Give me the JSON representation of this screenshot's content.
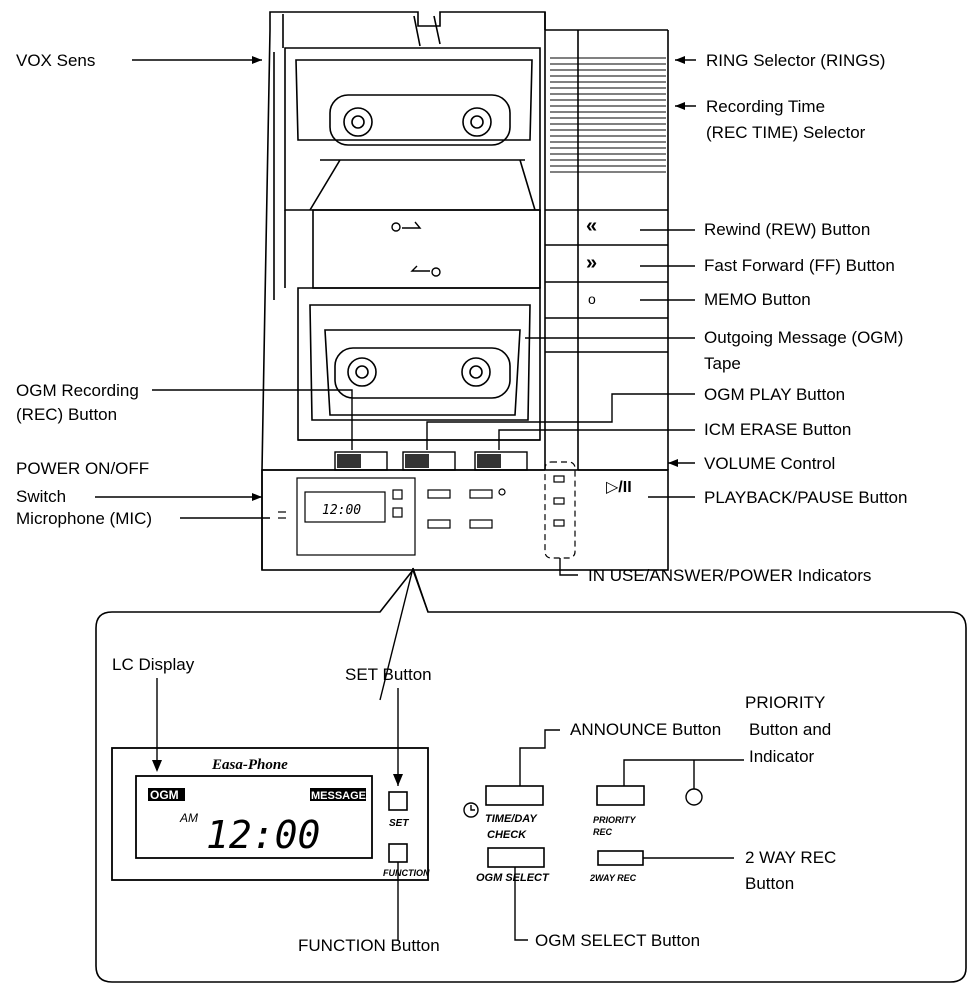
{
  "labels": {
    "vox_sens": "VOX Sens",
    "ring_selector": "RING Selector (RINGS)",
    "rec_time_line1": "Recording Time",
    "rec_time_line2": "(REC TIME) Selector",
    "rewind": "Rewind (REW) Button",
    "fast_forward": "Fast Forward (FF) Button",
    "memo": "MEMO Button",
    "ogm_tape_line1": "Outgoing Message (OGM)",
    "ogm_tape_line2": "Tape",
    "ogm_rec_line1": "OGM Recording",
    "ogm_rec_line2": "(REC) Button",
    "ogm_play": "OGM PLAY Button",
    "icm_erase": "ICM ERASE Button",
    "power_line1": "POWER ON/OFF",
    "power_line2": "Switch",
    "volume": "VOLUME Control",
    "microphone": "Microphone (MIC)",
    "playback_pause": "PLAYBACK/PAUSE Button",
    "indicators": "IN USE/ANSWER/POWER Indicators",
    "lc_display": "LC Display",
    "announce": "ANNOUNCE Button",
    "set_button": "SET Button",
    "priority_line1": "PRIORITY",
    "priority_line2": "Button and",
    "priority_line3": "Indicator",
    "two_way_line1": "2 WAY REC",
    "two_way_line2": "Button",
    "function_button": "FUNCTION Button",
    "ogm_select_button": "OGM SELECT Button"
  },
  "panel": {
    "brand": "Easa-Phone",
    "badge_ogm": "OGM",
    "badge_message": "MESSAGE",
    "am": "AM",
    "time": "12:00",
    "set_small": "SET",
    "function_small": "FUNCTION",
    "time_day_line1": "TIME/DAY",
    "time_day_line2": "CHECK",
    "priority_small_line1": "PRIORITY",
    "priority_small_line2": "REC",
    "ogm_select_small": "OGM SELECT",
    "two_way_small": "2WAY REC"
  },
  "device": {
    "rew_symbol": "«",
    "ff_symbol": "»",
    "memo_symbol": "o",
    "play_symbol": "▷/II",
    "mini_time": "12:00"
  }
}
